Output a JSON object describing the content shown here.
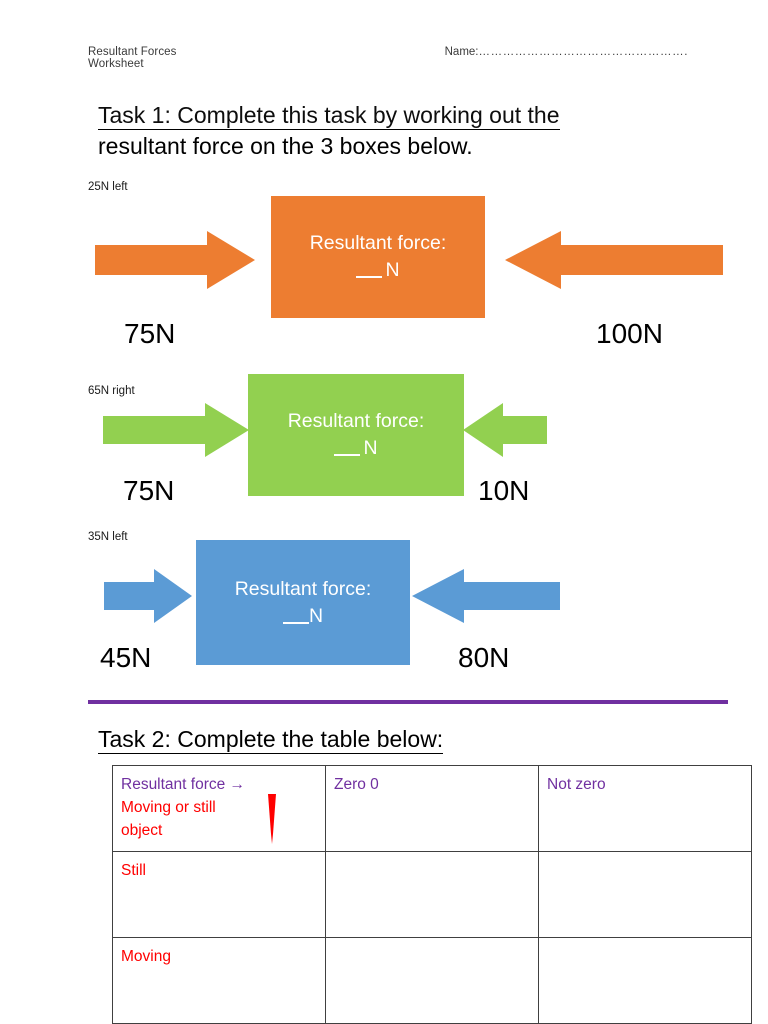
{
  "header": {
    "title": "Resultant Forces Worksheet",
    "name_label": "Name:",
    "name_dots": "……………………………………………."
  },
  "task1": {
    "heading_line1": "Task 1: Complete this task by working out the",
    "heading_line2": "resultant force on the 3 boxes below."
  },
  "task2": {
    "heading": "Task 2: Complete the table below:"
  },
  "colors": {
    "orange": "#ED7D31",
    "green": "#92D050",
    "blue": "#5B9BD5",
    "purple": "#7030A0",
    "red": "#FF0000",
    "divider": "#7030A0"
  },
  "force_rows": [
    {
      "note": "25N left",
      "color": "#ED7D31",
      "box_line1": "Resultant force:",
      "box_line2_suffix": "N",
      "left_arrow_direction": "right",
      "right_arrow_direction": "left",
      "left_force": "75N",
      "right_force": "100N"
    },
    {
      "note": "65N right",
      "color": "#92D050",
      "box_line1": "Resultant force:",
      "box_line2_suffix": "N",
      "left_arrow_direction": "right",
      "right_arrow_direction": "left",
      "left_force": "75N",
      "right_force": "10N"
    },
    {
      "note": "35N left",
      "color": "#5B9BD5",
      "box_line1": "Resultant force:",
      "box_line2_suffix": "N",
      "left_arrow_direction": "right",
      "right_arrow_direction": "left",
      "left_force": "45N",
      "right_force": "80N"
    }
  ],
  "table": {
    "header_cell": {
      "line1": "Resultant force →",
      "line2": "Moving or still",
      "line3": "object",
      "arrow_icon": "down-arrow-icon"
    },
    "column_headers": [
      "Zero 0",
      "Not zero"
    ],
    "rows": [
      {
        "label": "Still",
        "cells": [
          "",
          ""
        ]
      },
      {
        "label": "Moving",
        "cells": [
          "",
          ""
        ]
      }
    ]
  }
}
